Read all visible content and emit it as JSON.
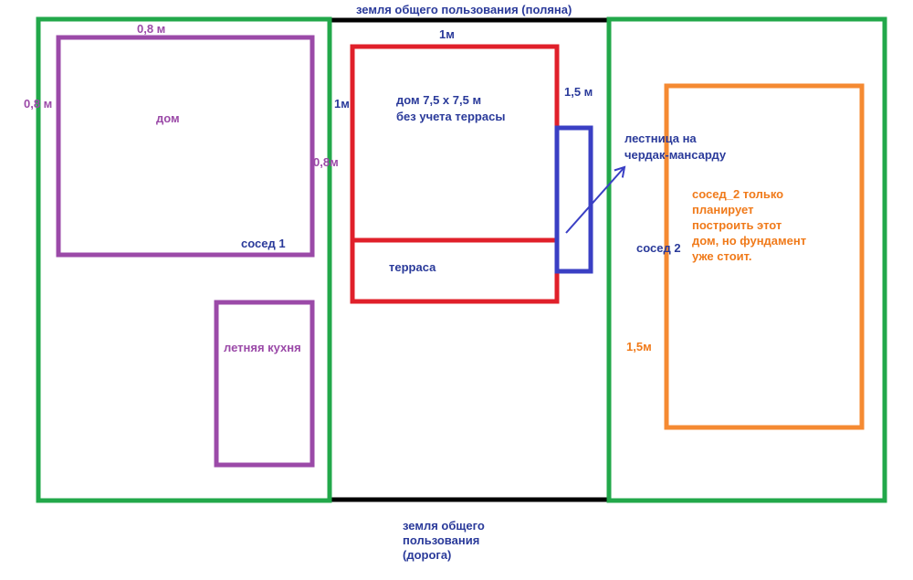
{
  "colors": {
    "green": "#22a84a",
    "purple": "#9b4aa8",
    "red": "#e0202a",
    "blue": "#3a3fc4",
    "orange": "#f58a32",
    "black": "#000000",
    "text_blue": "#2a3a9a",
    "text_purple": "#9b4aa8",
    "text_orange": "#f07a1a"
  },
  "labels": {
    "top_land": "земля общего пользования (поляна)",
    "bottom_land": [
      "земля общего",
      "пользования",
      "(дорога)"
    ],
    "house1": "дом",
    "neighbor1": "сосед 1",
    "summer_kitchen": "летняя кухня",
    "dim_top_left": "0,8 м",
    "dim_left": "0,8 м",
    "dim_right_left": "0,8м",
    "dim_1m_top": "1м",
    "dim_1m_left": "1м",
    "main_house": [
      "дом 7,5 х 7,5 м",
      "без учета террасы"
    ],
    "dim_1_5m_right": "1,5 м",
    "terrace": "терраса",
    "stairs": [
      "лестница на",
      "чердак-мансарду"
    ],
    "neighbor2": "сосед 2",
    "neighbor2_note": [
      "сосед_2 только",
      "планирует",
      "построить этот",
      "дом, но фундамент",
      "уже стоит."
    ],
    "dim_1_5m_orange": "1,5м"
  }
}
